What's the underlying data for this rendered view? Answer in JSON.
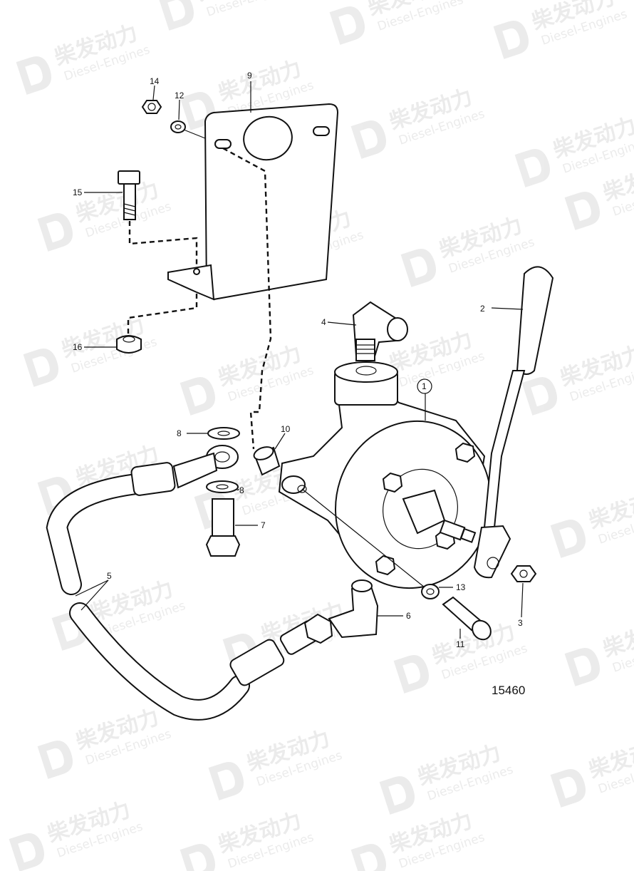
{
  "watermark": {
    "brand_cn": "柴发动力",
    "brand_en": "Diesel-Engines",
    "color": "#dcdcdc"
  },
  "drawing": {
    "reference_number": "15460",
    "callouts": [
      {
        "id": "c1",
        "label": "1",
        "circled": true
      },
      {
        "id": "c2",
        "label": "2"
      },
      {
        "id": "c3",
        "label": "3"
      },
      {
        "id": "c4",
        "label": "4"
      },
      {
        "id": "c5",
        "label": "5"
      },
      {
        "id": "c6",
        "label": "6"
      },
      {
        "id": "c7",
        "label": "7"
      },
      {
        "id": "c8a",
        "label": "8"
      },
      {
        "id": "c8b",
        "label": "8"
      },
      {
        "id": "c9",
        "label": "9"
      },
      {
        "id": "c10",
        "label": "10"
      },
      {
        "id": "c11",
        "label": "11"
      },
      {
        "id": "c12",
        "label": "12"
      },
      {
        "id": "c13",
        "label": "13"
      },
      {
        "id": "c14",
        "label": "14"
      },
      {
        "id": "c15",
        "label": "15"
      },
      {
        "id": "c16",
        "label": "16"
      }
    ]
  }
}
